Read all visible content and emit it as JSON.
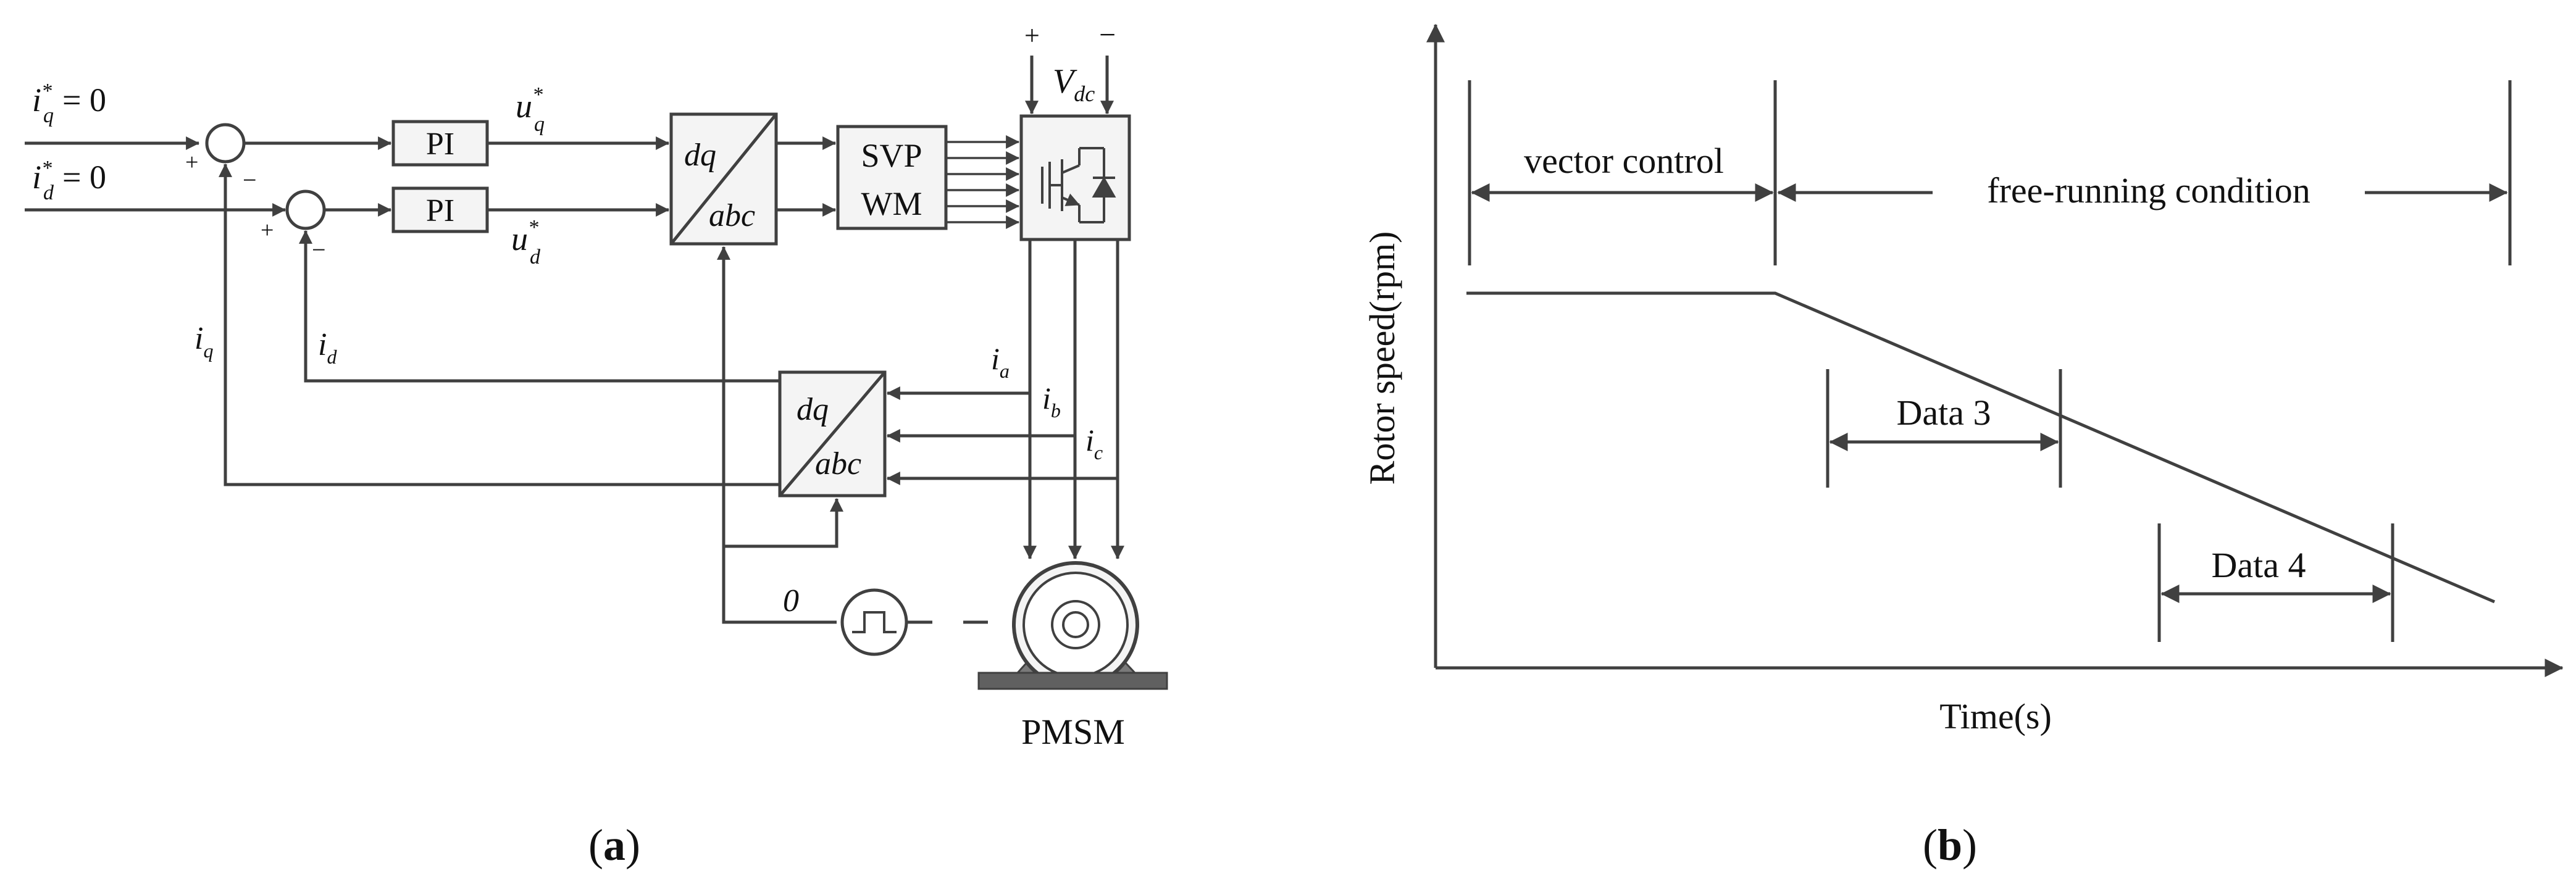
{
  "panel_a": {
    "caption_letter": "a",
    "iq_ref": {
      "var": "i",
      "sup": "*",
      "sub": "q",
      "eq": "= 0"
    },
    "id_ref": {
      "var": "i",
      "sup": "*",
      "sub": "d",
      "eq": "= 0"
    },
    "sum1_plus": "+",
    "sum1_minus": "−",
    "sum2_plus": "+",
    "sum2_minus": "−",
    "pi_label": "PI",
    "uq": {
      "var": "u",
      "sup": "*",
      "sub": "q"
    },
    "ud": {
      "var": "u",
      "sup": "*",
      "sub": "d"
    },
    "transform_top": "dq",
    "transform_bottom": "abc",
    "svpwm_line1": "SVP",
    "svpwm_line2": "WM",
    "vdc": {
      "var": "V",
      "sub": "dc"
    },
    "vdc_plus": "+",
    "vdc_minus": "−",
    "iq_fb": {
      "var": "i",
      "sub": "q"
    },
    "id_fb": {
      "var": "i",
      "sub": "d"
    },
    "ia": {
      "var": "i",
      "sub": "a"
    },
    "ib": {
      "var": "i",
      "sub": "b"
    },
    "ic": {
      "var": "i",
      "sub": "c"
    },
    "theta_label": "0",
    "motor_label": "PMSM"
  },
  "panel_b": {
    "caption_letter": "b",
    "ylabel": "Rotor speed(rpm)",
    "xlabel": "Time(s)",
    "vector_control": "vector control",
    "free_running": "free-running condition",
    "data3": "Data 3",
    "data4": "Data 4"
  },
  "colors": {
    "line": "#404040",
    "fill": "#f4f4f4",
    "text": "#111111"
  }
}
